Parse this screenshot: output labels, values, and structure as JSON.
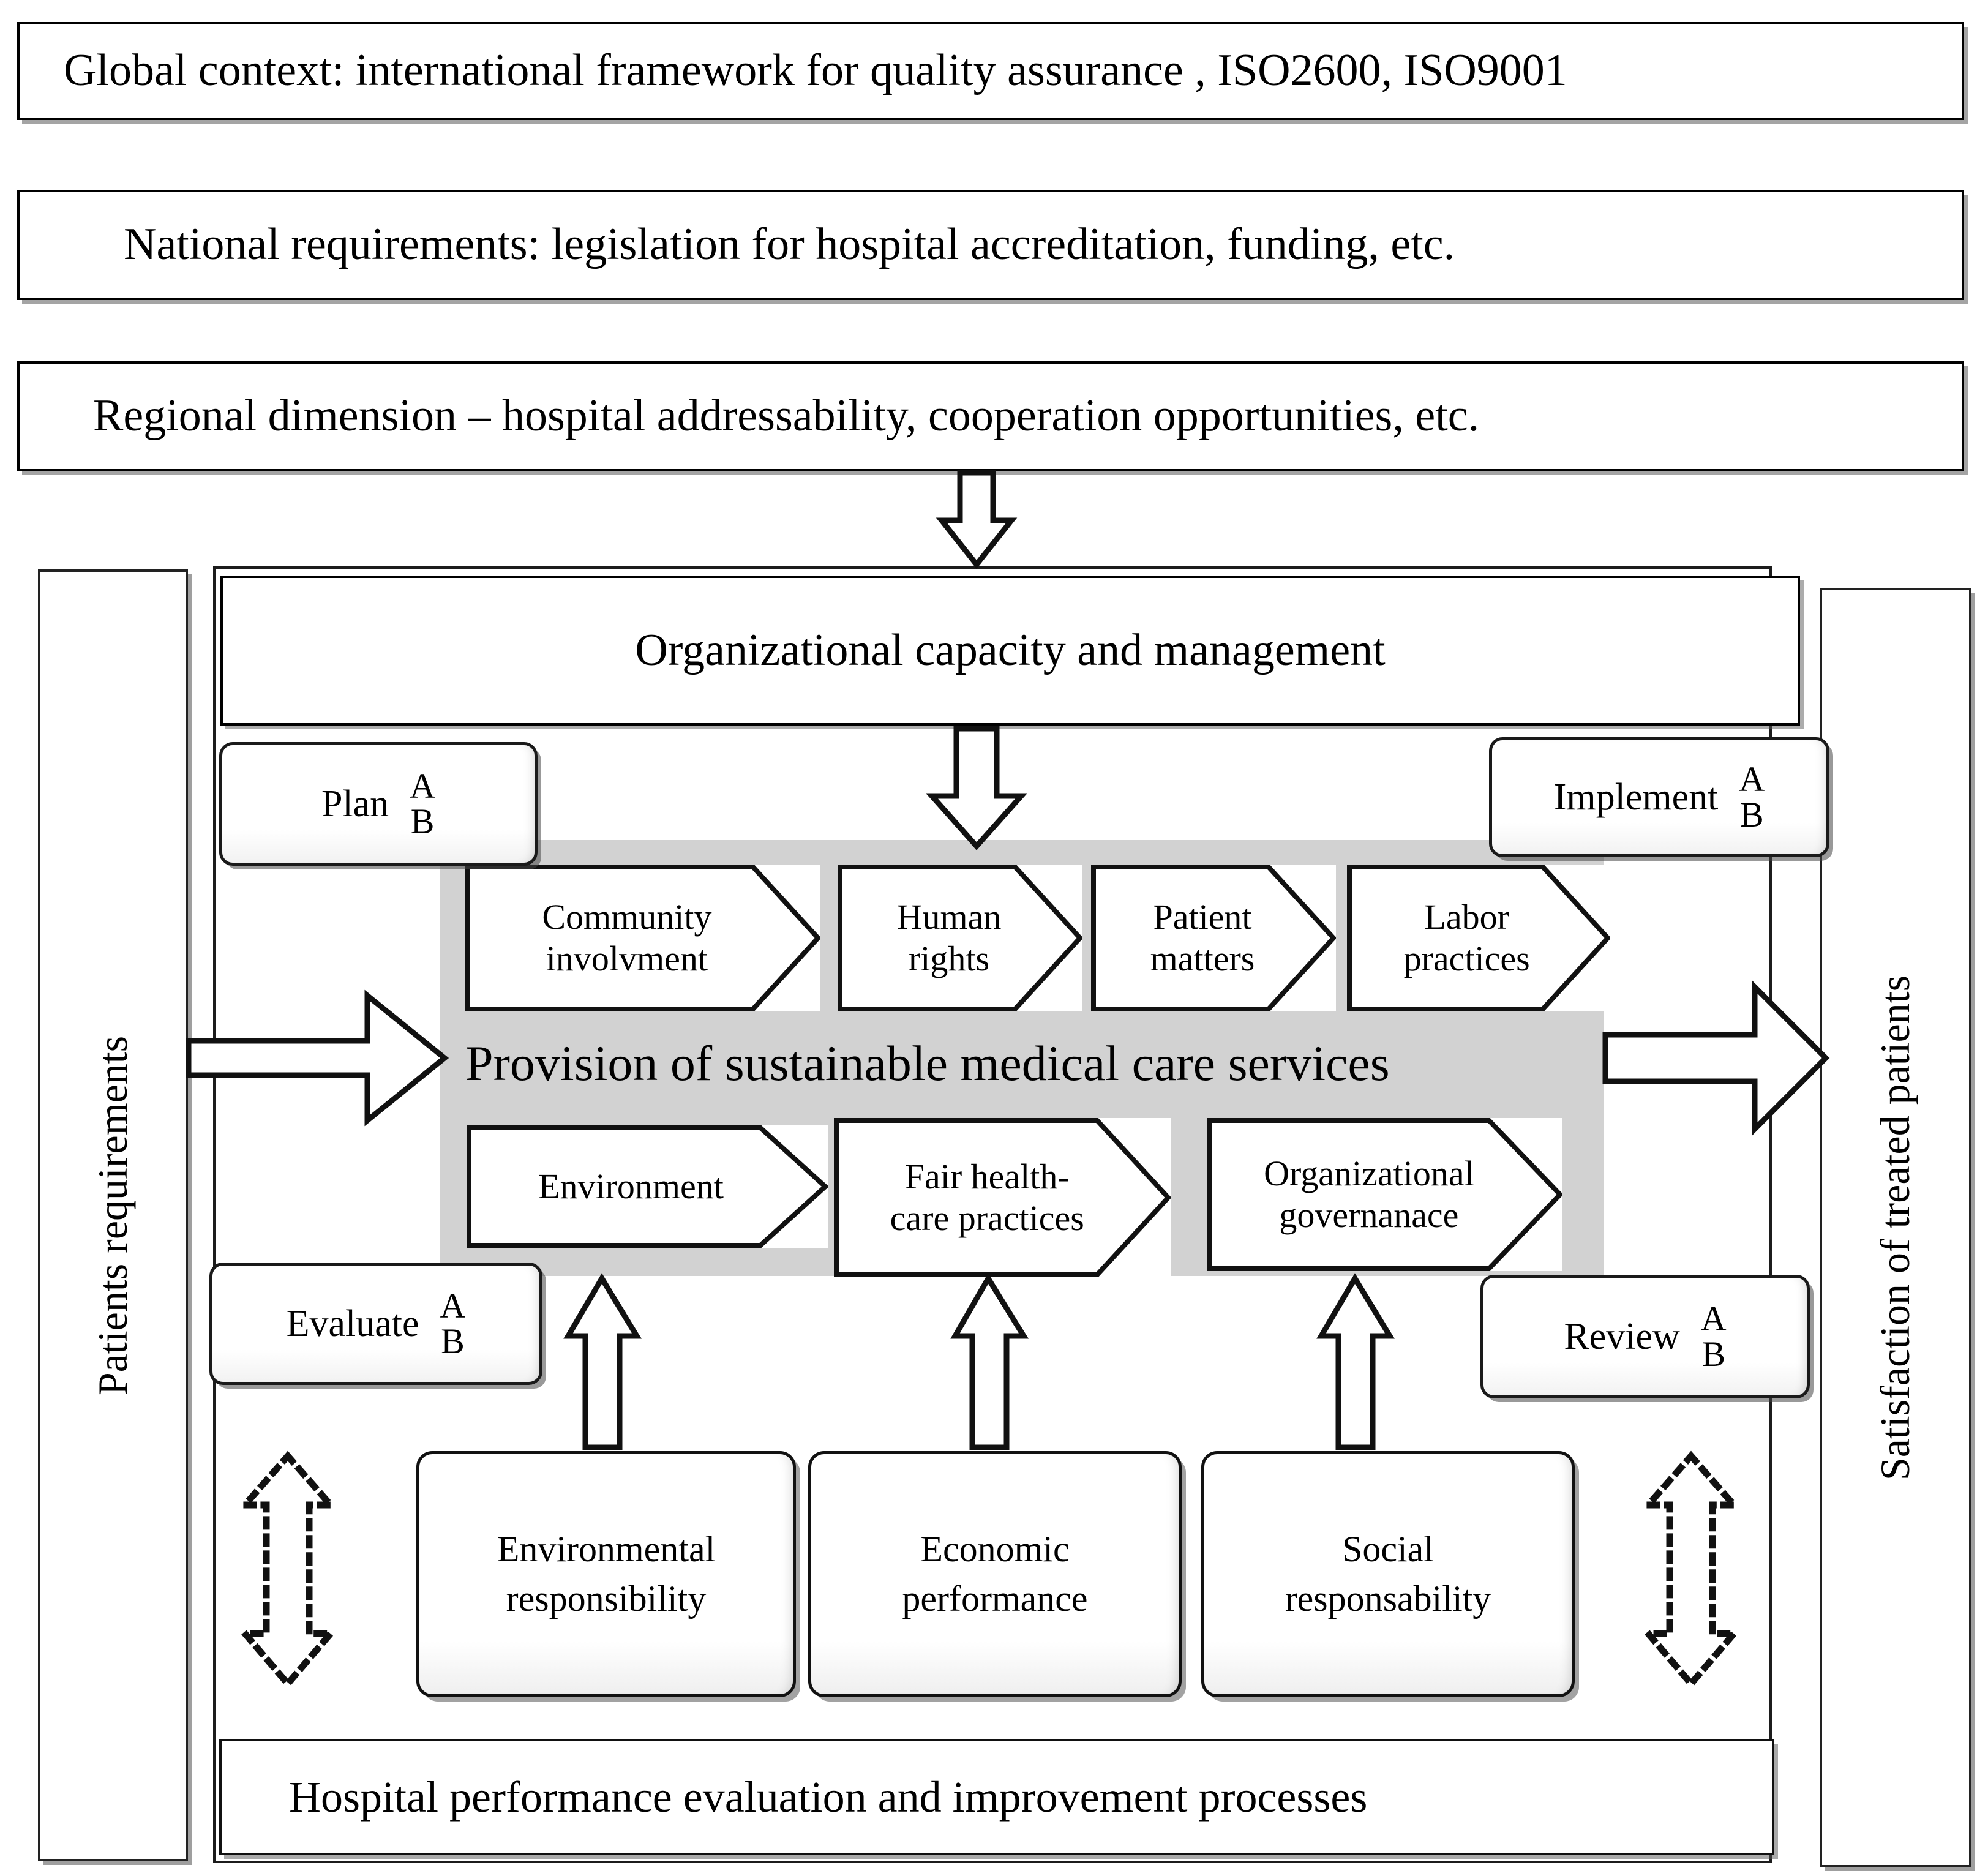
{
  "context_bands": [
    {
      "id": "global",
      "text": "Global context: international framework for quality assurance , ISO2600, ISO9001"
    },
    {
      "id": "national",
      "text": "National requirements: legislation for hospital accreditation, funding, etc."
    },
    {
      "id": "regional",
      "text": "Regional dimension  – hospital addressability, cooperation opportunities, etc."
    }
  ],
  "side_panels": {
    "left": {
      "label": "Patients requirements"
    },
    "right": {
      "label": "Satisfaction of treated patients"
    }
  },
  "management_box": {
    "label": "Organizational capacity and management"
  },
  "pdca": [
    {
      "id": "plan",
      "label": "Plan",
      "a": "A",
      "b": "B"
    },
    {
      "id": "implement",
      "label": "Implement",
      "a": "A",
      "b": "B"
    },
    {
      "id": "evaluate",
      "label": "Evaluate",
      "a": "A",
      "b": "B"
    },
    {
      "id": "review",
      "label": "Review",
      "a": "A",
      "b": "B"
    }
  ],
  "core": {
    "provision_label": "Provision of sustainable medical care services",
    "top_chevrons": [
      {
        "id": "community-involvement",
        "line1": "Community",
        "line2": "involvment"
      },
      {
        "id": "human-rights",
        "line1": "Human",
        "line2": "rights"
      },
      {
        "id": "patient-matters",
        "line1": "Patient",
        "line2": "matters"
      },
      {
        "id": "labor-practices",
        "line1": "Labor",
        "line2": "practices"
      }
    ],
    "bottom_chevrons": [
      {
        "id": "environment",
        "line1": "Environment",
        "line2": ""
      },
      {
        "id": "fair-healthcare-practices",
        "line1": "Fair health-",
        "line2": "care practices"
      },
      {
        "id": "organizational-governance",
        "line1": "Organizational",
        "line2": "governanace"
      }
    ]
  },
  "pillars": [
    {
      "id": "environmental-responsibility",
      "line1": "Environmental",
      "line2": "responsibility"
    },
    {
      "id": "economic-performance",
      "line1": "Economic",
      "line2": "performance"
    },
    {
      "id": "social-responsability",
      "line1": "Social",
      "line2": "responsability"
    }
  ],
  "bottom_bar": {
    "label": "Hospital performance evaluation and improvement processes"
  },
  "colors": {
    "core_band": "#d2d2d2",
    "stroke": "#111111",
    "page": "#ffffff"
  }
}
